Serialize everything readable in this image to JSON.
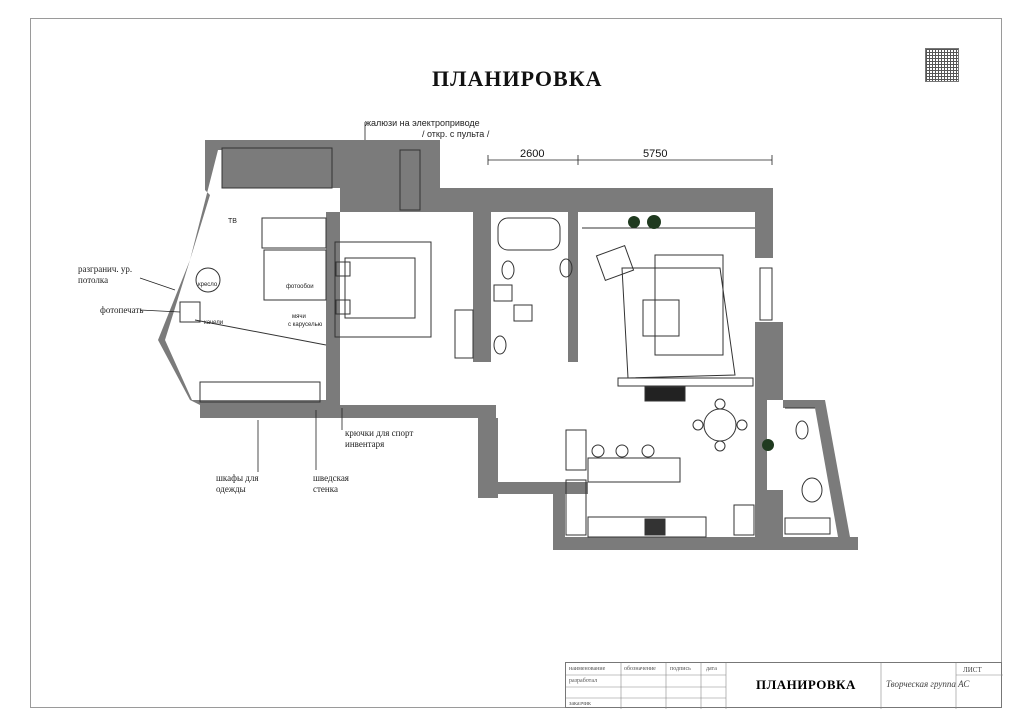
{
  "title": "ПЛАНИРОВКА",
  "annotations": {
    "blinds": "жалюзи на электроприводе",
    "blinds_remote": "/ откр. с пульта /",
    "ceiling": "разгранич. ур.",
    "ceiling2": "потолка",
    "fireplace": "фотопечать",
    "wardrobes": "шкафы для",
    "wardrobes2": "одежды",
    "swedish": "шведская",
    "swedish2": "стенка",
    "hooks": "крючки для спорт",
    "hooks2": "инвентаря"
  },
  "room_labels": {
    "tv": "ТВ",
    "armchair": "кресло",
    "photo": "фотообои",
    "carousel": "качели",
    "balls": "мячи",
    "balls2": "с каруселью"
  },
  "dimensions": {
    "d1": "2600",
    "d2": "5750"
  },
  "stamp": {
    "col1": "наименование",
    "col2": "обозначение",
    "col3": "подпись",
    "col4": "дата",
    "row2": "разработал",
    "row3": "заказчик",
    "title": "ПЛАНИРОВКА",
    "signature": "Творческая группа АС",
    "sheet": "ЛИСТ"
  },
  "colors": {
    "wall": "#7b7b7b",
    "line": "#333333"
  }
}
